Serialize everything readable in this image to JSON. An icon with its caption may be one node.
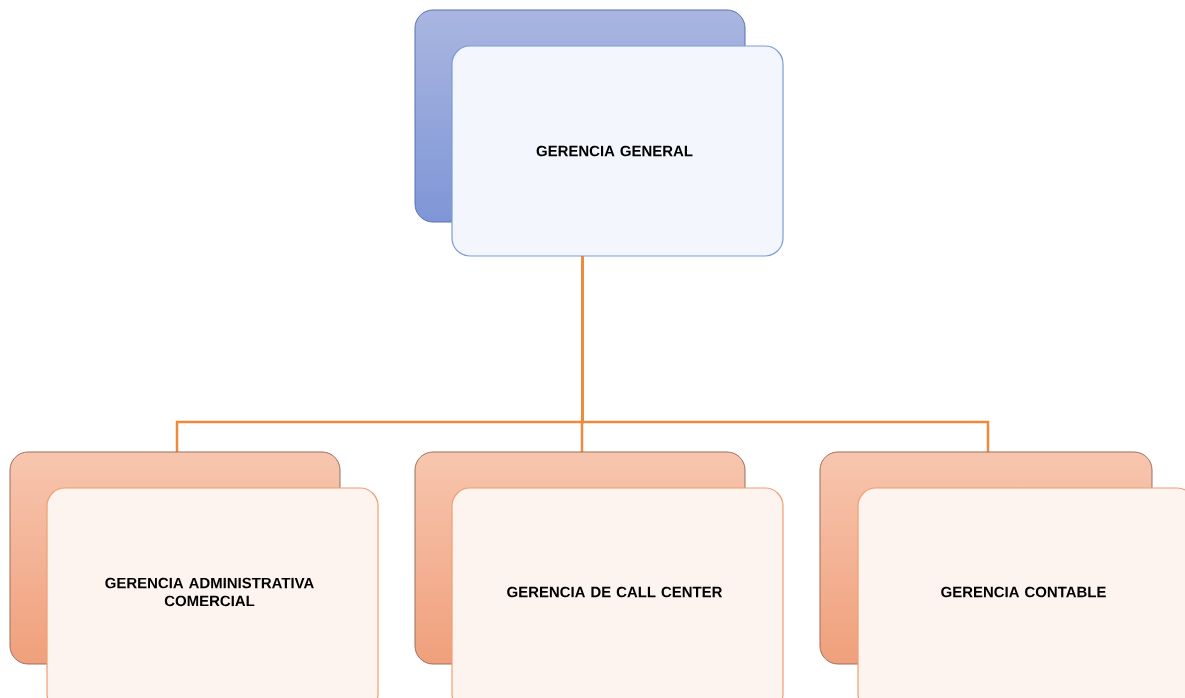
{
  "diagram": {
    "nodes": [
      {
        "text": [
          "GERENCIA GENERAL"
        ]
      },
      {
        "text": [
          "GERENCIA ADMINISTRATIVA COMERCIAL"
        ]
      },
      {
        "text": [
          "GERENCIA DE CALL CENTER"
        ]
      },
      {
        "text": [
          "GERENCIA CONTABLE"
        ]
      }
    ],
    "edges": [
      {
        "from": 0,
        "to": 1,
        "arrow": "none"
      },
      {
        "from": 0,
        "to": 2,
        "arrow": "none"
      },
      {
        "from": 0,
        "to": 3,
        "arrow": "none"
      }
    ]
  }
}
